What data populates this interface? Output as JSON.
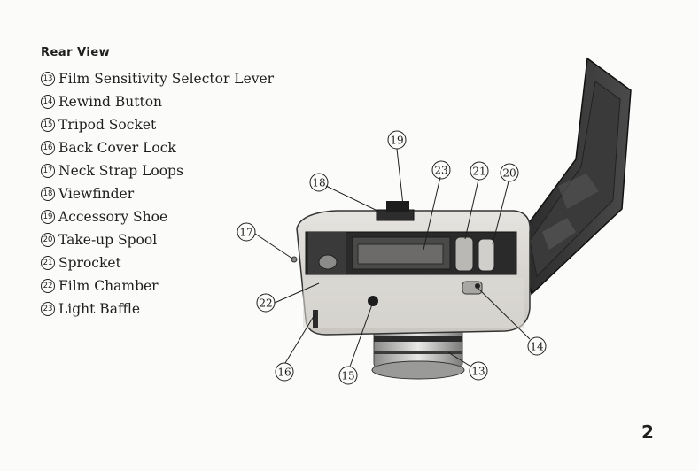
{
  "heading": "Rear View",
  "legend": [
    {
      "num": "13",
      "label": "Film Sensitivity Selector Lever"
    },
    {
      "num": "14",
      "label": "Rewind Button"
    },
    {
      "num": "15",
      "label": "Tripod Socket"
    },
    {
      "num": "16",
      "label": "Back Cover Lock"
    },
    {
      "num": "17",
      "label": "Neck Strap Loops"
    },
    {
      "num": "18",
      "label": "Viewfinder"
    },
    {
      "num": "19",
      "label": "Accessory Shoe"
    },
    {
      "num": "20",
      "label": "Take-up Spool"
    },
    {
      "num": "21",
      "label": "Sprocket"
    },
    {
      "num": "22",
      "label": "Film Chamber"
    },
    {
      "num": "23",
      "label": "Light Baffle"
    }
  ],
  "callouts": {
    "c13": "13",
    "c14": "14",
    "c15": "15",
    "c16": "16",
    "c17": "17",
    "c18": "18",
    "c19": "19",
    "c20": "20",
    "c21": "21",
    "c22": "22",
    "c23": "23"
  },
  "page_number": "2"
}
